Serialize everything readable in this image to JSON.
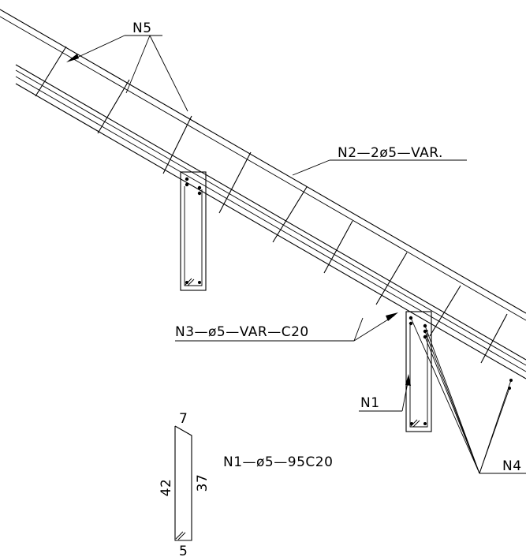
{
  "labels": {
    "n5": "N5",
    "n2": "N2—2ø5—VAR.",
    "n3": "N3—ø5—VAR—C20",
    "n1": "N1",
    "n4": "N4",
    "n1_spec": "N1—ø5—95C20"
  },
  "bar_shape": {
    "top": "7",
    "left": "42",
    "right": "37",
    "bottom": "5"
  }
}
